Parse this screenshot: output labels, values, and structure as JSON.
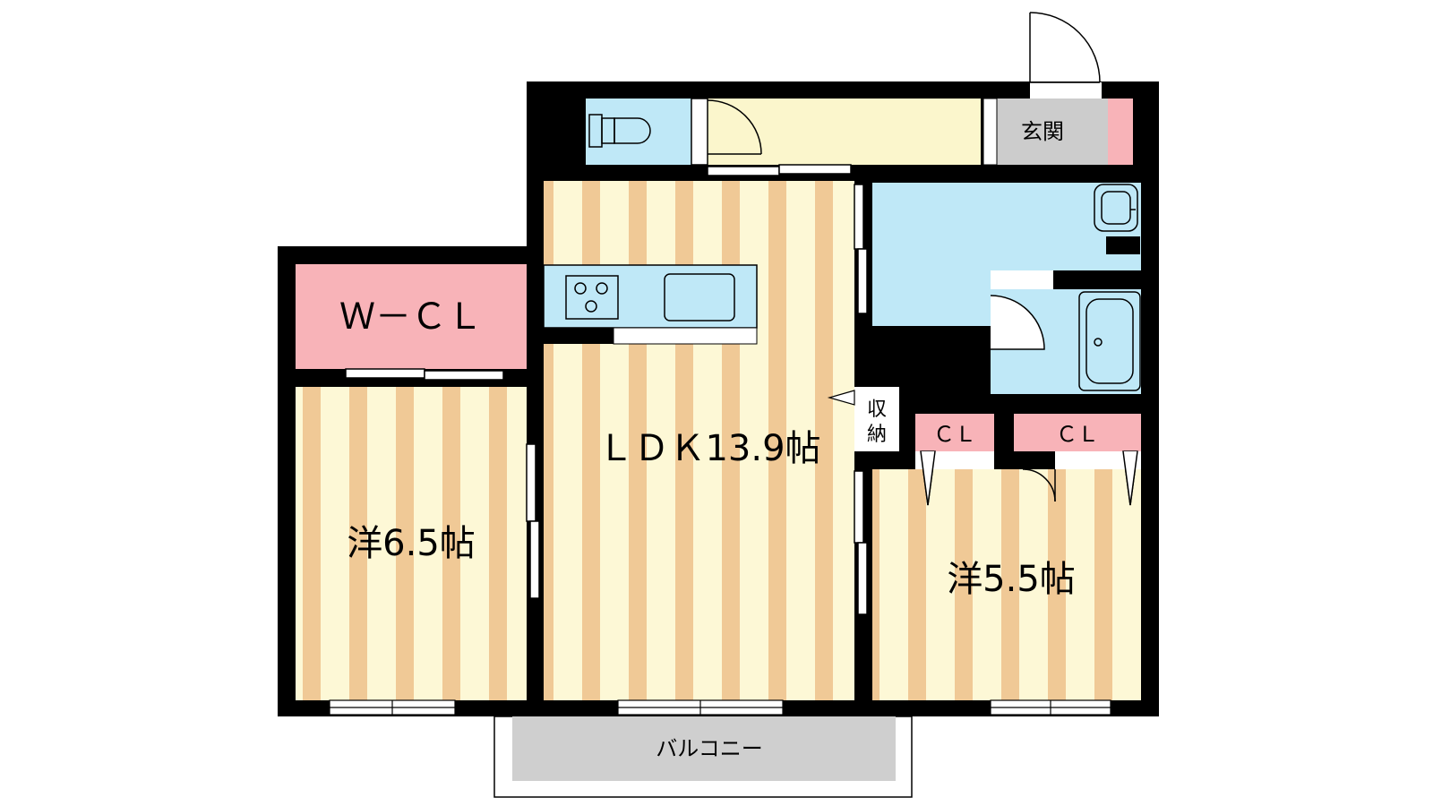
{
  "floor_plan": {
    "rooms": {
      "ldk": "ＬＤＫ13.9帖",
      "western_left": "洋6.5帖",
      "western_right": "洋5.5帖",
      "walk_in_closet": "Ｗ－ＣＬ",
      "closet_1": "ＣＬ",
      "closet_2": "ＣＬ",
      "storage_line1": "収",
      "storage_line2": "納",
      "entrance": "玄関",
      "balcony": "バルコニー"
    },
    "colors": {
      "wall": "#000000",
      "floor_stripe_wood": "#f0c996",
      "floor_stripe_cream": "#fdf8d6",
      "closet_pink": "#f8b3b8",
      "water_area_blue": "#bfe8f7",
      "hallway_yellow": "#fbf6cc",
      "entrance_gray": "#cccccc",
      "balcony_gray": "#cfcfcf"
    }
  }
}
